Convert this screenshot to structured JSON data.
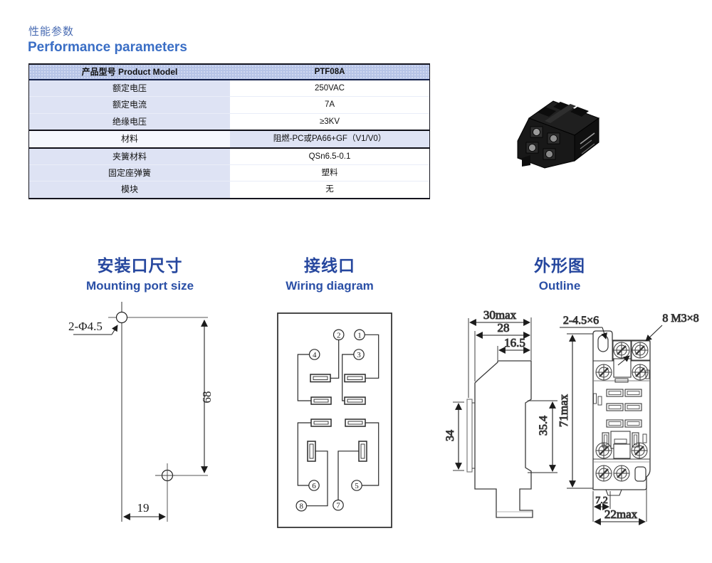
{
  "page": {
    "title_zh": "性能参数",
    "title_en": "Performance parameters"
  },
  "table": {
    "header": {
      "label": "产品型号 Product Model",
      "value": "PTF08A"
    },
    "rows": [
      {
        "label": "额定电压",
        "value": "250VAC"
      },
      {
        "label": "额定电流",
        "value": "7A"
      },
      {
        "label": "绝缘电压",
        "value": "≥3KV"
      },
      {
        "label": "材料",
        "value": "阻燃-PC或PA66+GF（V1/V0）"
      },
      {
        "label": "夹簧材料",
        "value": "QSn6.5-0.1"
      },
      {
        "label": "固定座弹簧",
        "value": "塑料"
      },
      {
        "label": "模块",
        "value": "无"
      }
    ]
  },
  "sections": {
    "mounting": {
      "title_zh": "安装口尺寸",
      "title_en": "Mounting port size"
    },
    "wiring": {
      "title_zh": "接线口",
      "title_en": "Wiring diagram"
    },
    "outline": {
      "title_zh": "外形图",
      "title_en": "Outline"
    }
  },
  "mounting_dims": {
    "hole_label": "2-Φ4.5",
    "height": "68",
    "width": "19"
  },
  "wiring": {
    "pins": [
      "1",
      "2",
      "3",
      "4",
      "5",
      "6",
      "7",
      "8"
    ]
  },
  "outline_dims": {
    "w_outer": "30max",
    "w_mid": "28",
    "w_top": "16.5",
    "h_left": "34",
    "h_mid": "35.4",
    "h_right": "71max",
    "w_bottom_small": "7.2",
    "w_bottom": "22max",
    "hole_label": "2-4.5×6",
    "screw_label": "8 M3×8"
  },
  "colors": {
    "accent_blue": "#26479e",
    "header_bg": "#b7c4e7",
    "cell_bg": "#dee3f4"
  }
}
